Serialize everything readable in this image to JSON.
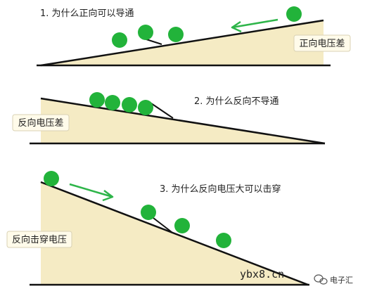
{
  "colors": {
    "ramp_fill": "#f5ebc4",
    "line": "#111111",
    "ball": "#22b33a",
    "arrow": "#2eb54a",
    "badge_fill": "#fffbea",
    "badge_stroke": "#d9d2b4"
  },
  "panels": [
    {
      "caption": "1. 为什么正向可以导通",
      "badge": "正向电压差",
      "arrow_icon": "left-arrow-icon"
    },
    {
      "caption": "2. 为什么反向不导通",
      "badge": "反向电压差"
    },
    {
      "caption": "3. 为什么反向电压大可以击穿",
      "badge": "反向击穿电压",
      "arrow_icon": "right-arrow-icon"
    }
  ],
  "watermark": {
    "site": "ybx8.cn",
    "brand": "电子汇",
    "brand_icon": "wechat-icon"
  }
}
